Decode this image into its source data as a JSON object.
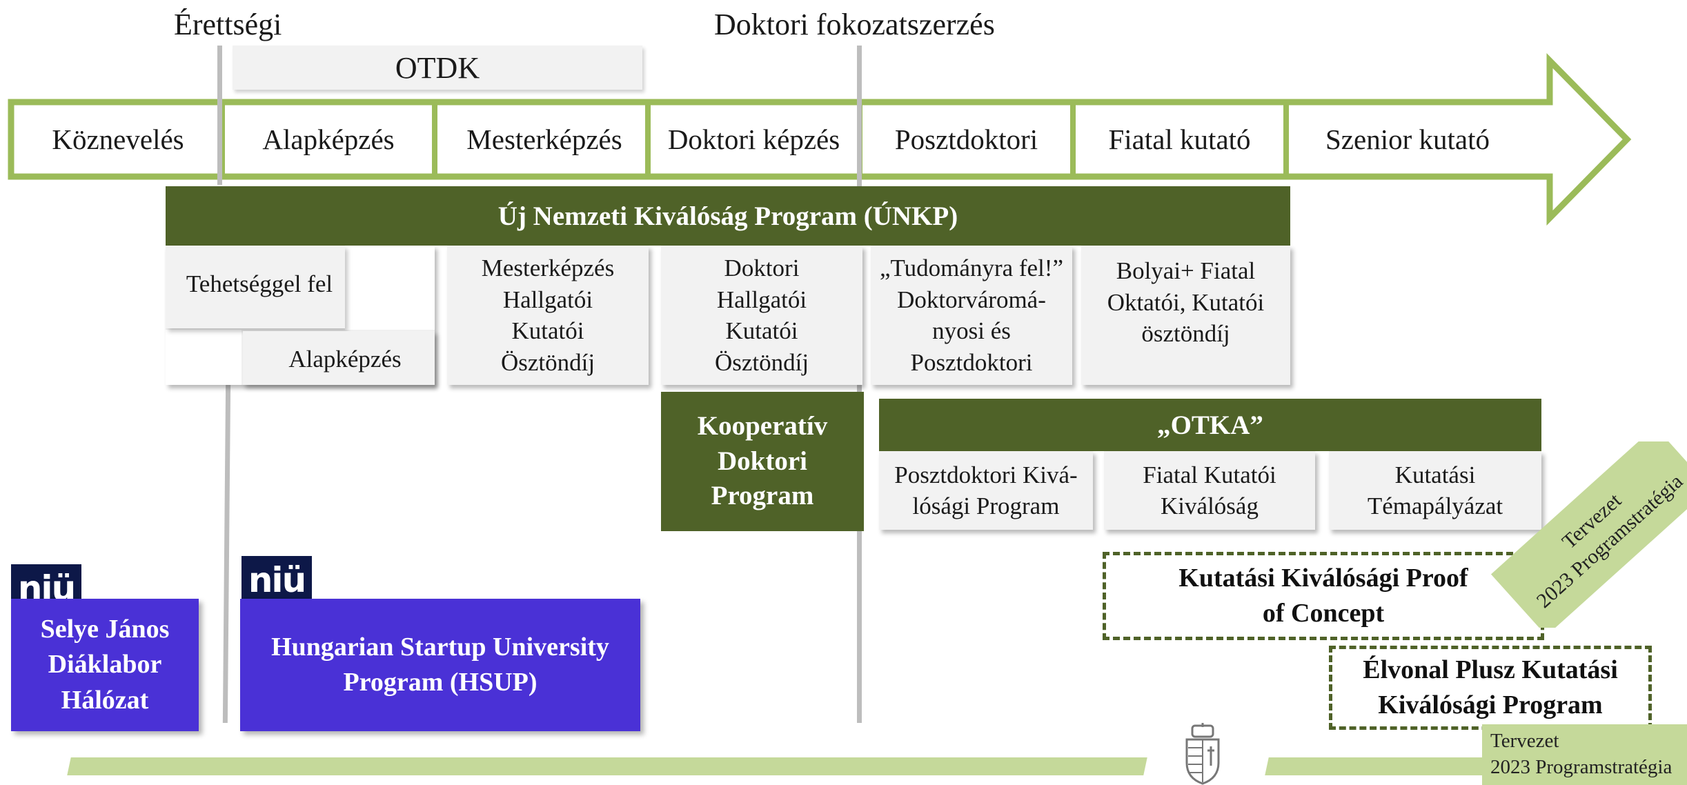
{
  "headers": {
    "erettsegi": "Érettségi",
    "doktori_fokozat": "Doktori fokozatszerzés"
  },
  "otdk": "OTDK",
  "stages": [
    "Köznevelés",
    "Alapképzés",
    "Mesterképzés",
    "Doktori képzés",
    "Posztdoktori",
    "Fiatal kutató",
    "Szenior kutató"
  ],
  "unkp": {
    "title": "Új Nemzeti Kiválóság Program (ÚNKP)",
    "boxes": {
      "tehetseggel": "Tehetséggel fel",
      "alapkepzes": "Alapképzés",
      "mesterkepzes": "Mesterképzés\nHallgatói\nKutatói\nÖsztöndíj",
      "doktori": "Doktori\nHallgatói\nKutatói\nÖsztöndíj",
      "tudomanyra": "„Tudományra fel!”\nDoktorváromá-\nnyosi és\nPosztdoktori",
      "bolyai": "Bolyai+ Fiatal\nOktatói, Kutatói\nösztöndíj"
    }
  },
  "kooperativ": "Kooperatív\nDoktori\nProgram",
  "otka": {
    "title": "„OTKA”",
    "boxes": [
      "Posztdoktori Kivá-\nlósági Program",
      "Fiatal Kutatói\nKiválóság",
      "Kutatási\nTémapályázat"
    ]
  },
  "selye": "Selye János\nDiáklabor\nHálózat",
  "hsup": "Hungarian Startup University\nProgram (HSUP)",
  "logo_text": "niü",
  "proof_of_concept": "Kutatási Kiválósági Proof\nof Concept",
  "elvonal": "Élvonal Plusz Kutatási\nKiválósági Program",
  "tervezet_rotated": "Tervezet\n2023 Programstratégia",
  "tervezet_bottom": "Tervezet\n2023 Programstratégia",
  "colors": {
    "arrow_green": "#9bbb59",
    "dark_green": "#4f6228",
    "purple": "#4a31d6",
    "light_green": "#c5d99a",
    "grey_box": "#f2f2f2"
  }
}
